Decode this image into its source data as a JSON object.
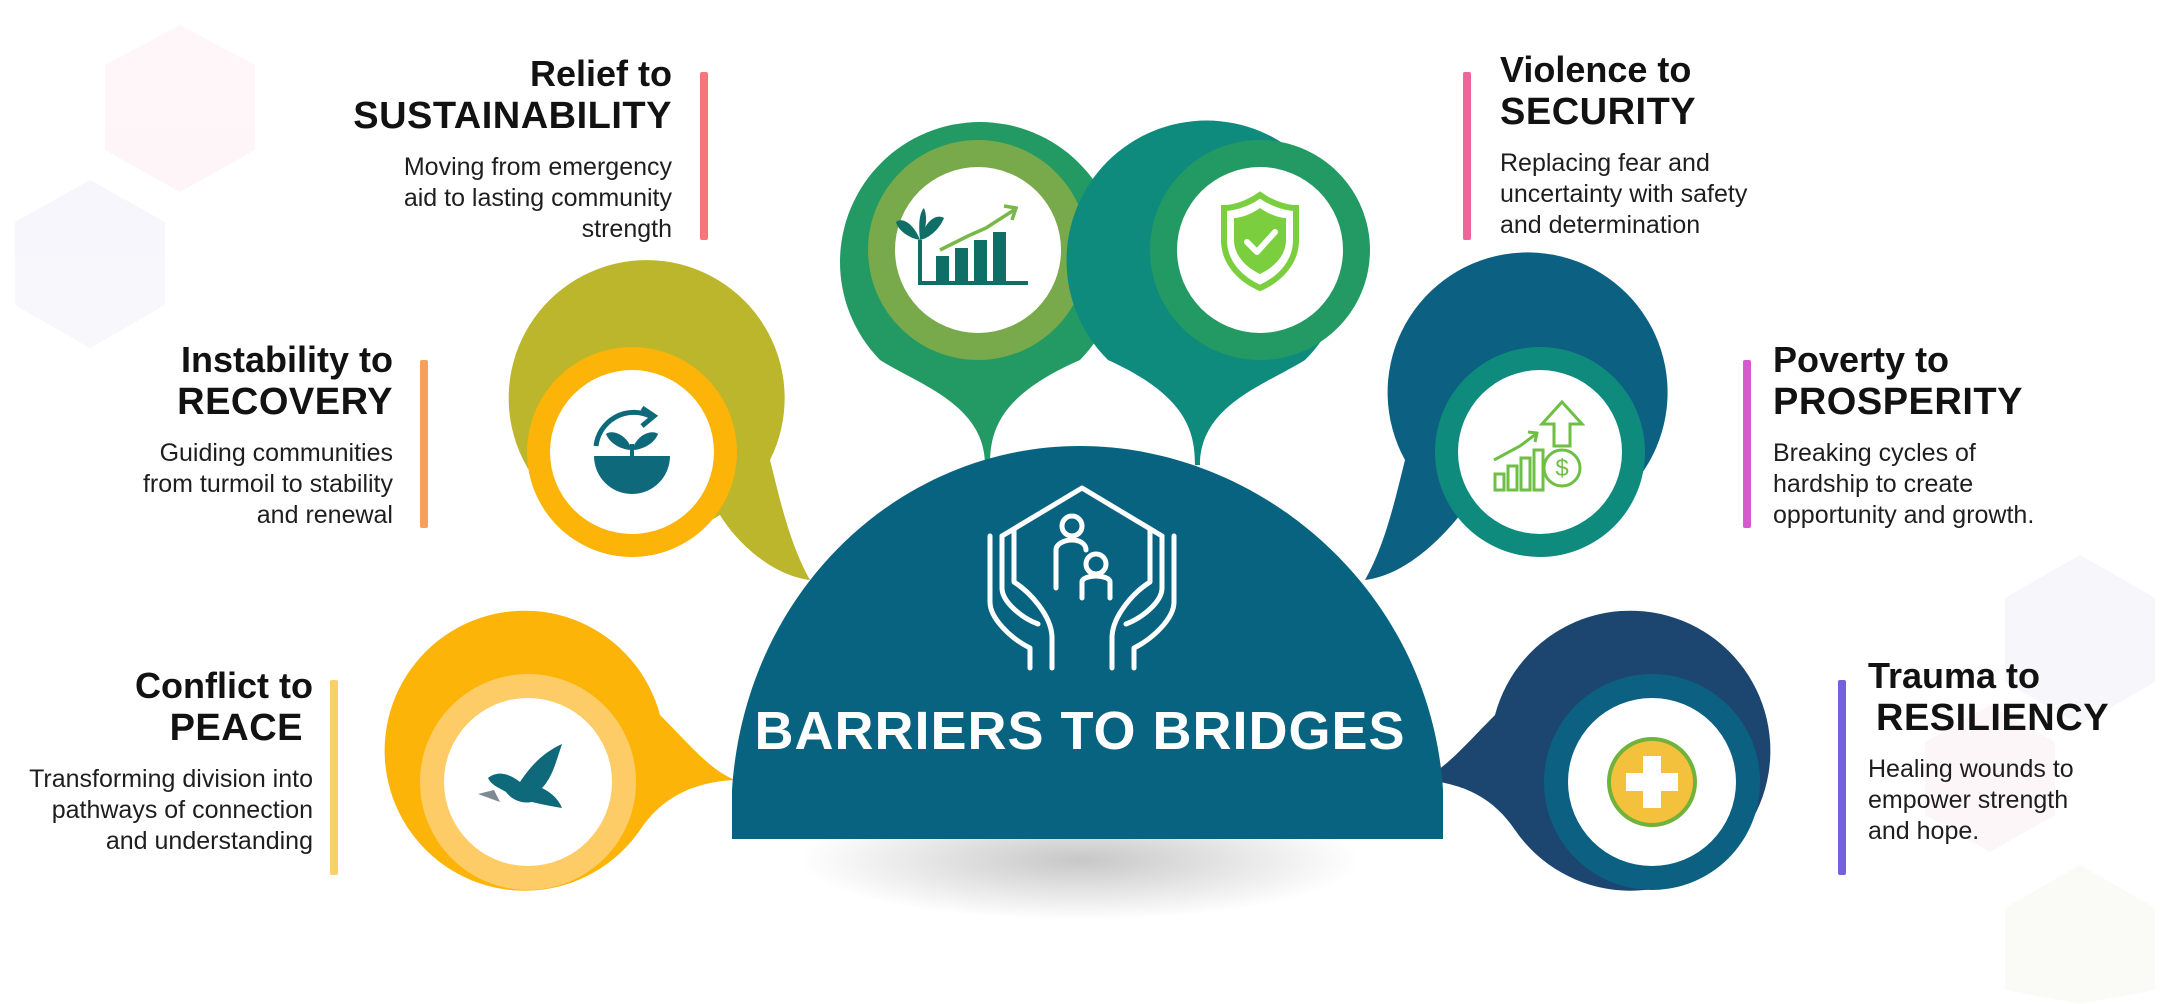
{
  "center": {
    "title": "BARRIERS TO BRIDGES",
    "icon": "hands-holding-family-icon"
  },
  "items": [
    {
      "line1": "Relief to",
      "line2": "SUSTAINABILITY",
      "desc": [
        "Moving from emergency",
        "aid to lasting community",
        "strength"
      ],
      "icon": "plant-growth-chart-icon",
      "color": "#239a64",
      "accent": "#f7767a"
    },
    {
      "line1": "Instability to",
      "line2": "RECOVERY",
      "desc": [
        "Guiding communities",
        "from turmoil to stability",
        "and renewal"
      ],
      "icon": "sprout-cycle-icon",
      "color": "#bbb62b",
      "accent": "#f6a05c"
    },
    {
      "line1": "Conflict to",
      "line2": "PEACE",
      "desc": [
        "Transforming division into",
        "pathways of connection",
        "and understanding"
      ],
      "icon": "dove-icon",
      "color": "#fbb407",
      "accent": "#fbd06c"
    },
    {
      "line1": "Violence to",
      "line2": "SECURITY",
      "desc": [
        "Replacing fear and",
        "uncertainty with safety",
        "and determination"
      ],
      "icon": "shield-check-icon",
      "color": "#0f8b7e",
      "accent": "#f3629a"
    },
    {
      "line1": "Poverty to",
      "line2": "PROSPERITY",
      "desc": [
        "Breaking cycles of",
        "hardship to create",
        "opportunity and growth."
      ],
      "icon": "growth-dollar-icon",
      "color": "#0c6183",
      "accent": "#d95ad0"
    },
    {
      "line1": "Trauma to",
      "line2": "RESILIENCY",
      "desc": [
        "Healing wounds to",
        "empower strength",
        "and hope."
      ],
      "icon": "medical-cross-icon",
      "color": "#1c4670",
      "accent": "#7461e0"
    }
  ]
}
